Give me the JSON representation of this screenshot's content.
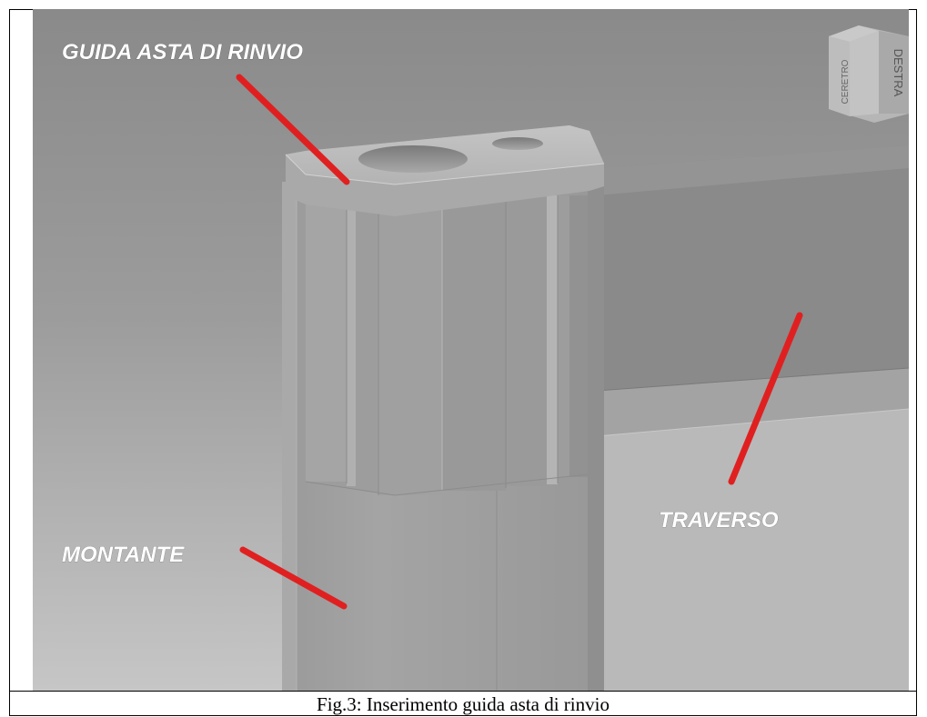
{
  "figure": {
    "labels": {
      "guida": "GUIDA ASTA DI RINVIO",
      "montante": "MONTANTE",
      "traverso": "TRAVERSO"
    },
    "viewcube": {
      "front": "DESTRA",
      "side": "CERETRO"
    },
    "colors": {
      "annotation_text": "#ffffff",
      "pointer_line": "#e02020"
    }
  },
  "caption": "Fig.3: Inserimento guida asta di rinvio"
}
